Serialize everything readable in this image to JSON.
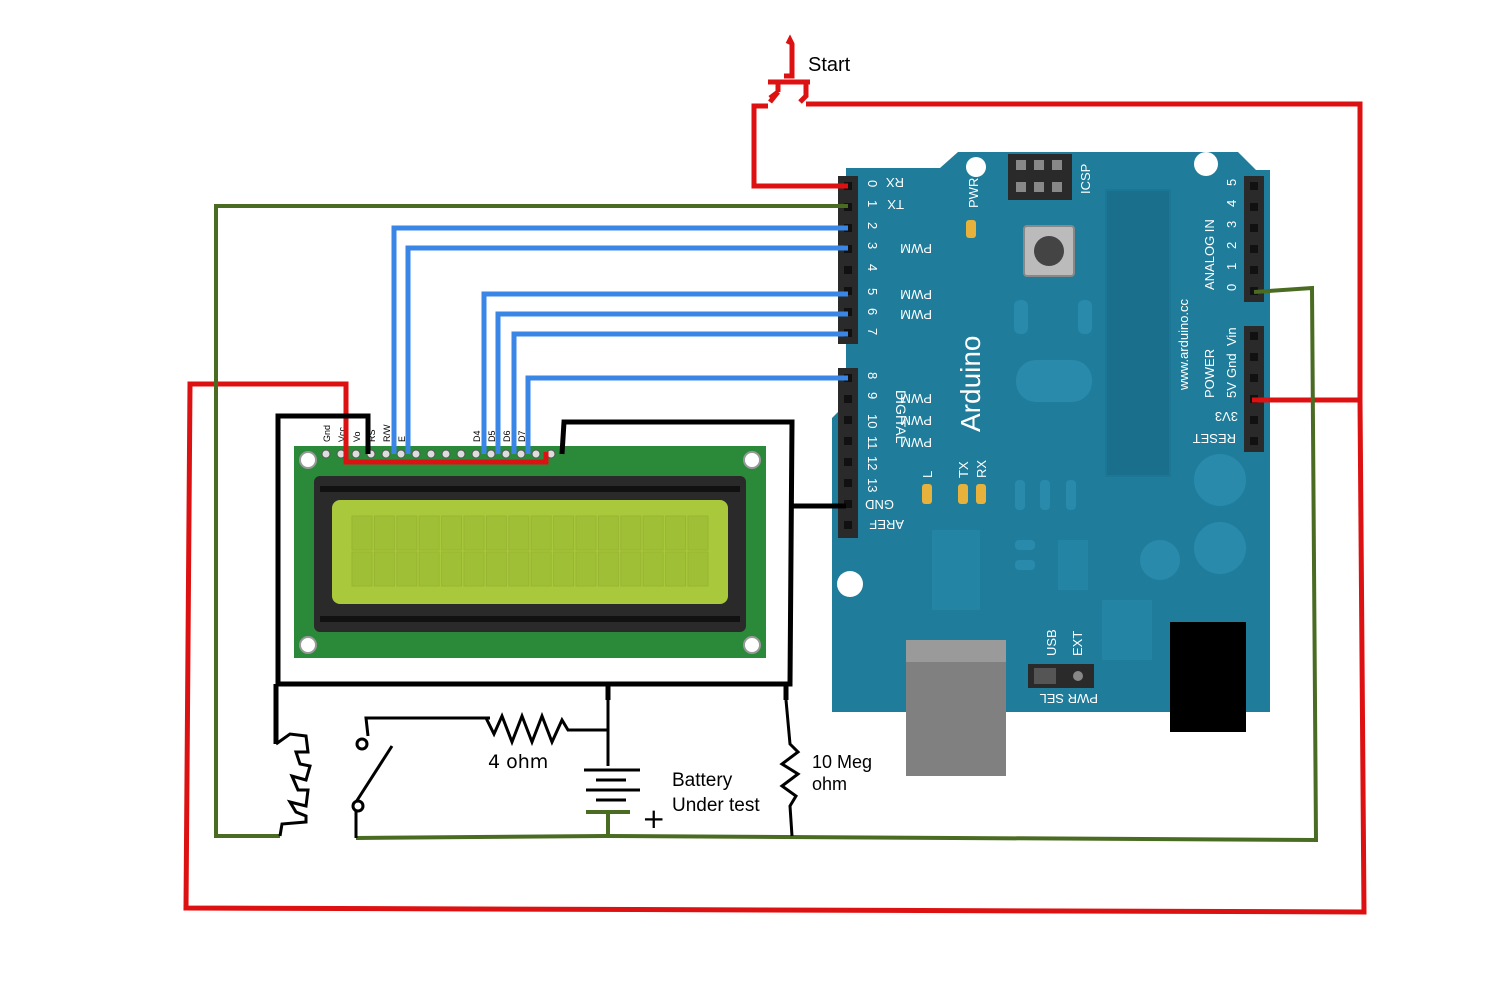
{
  "labels": {
    "start": "Start",
    "resistor": "4 ohm",
    "battery_line1": "Battery",
    "battery_line2": "Under test",
    "plus": "+",
    "meg_line1": "10 Meg",
    "meg_line2": "ohm"
  },
  "lcd": {
    "pins": [
      "Gnd",
      "Vcc",
      "Vo",
      "RS",
      "R/W",
      "E",
      "D4",
      "D5",
      "D6",
      "D7"
    ]
  },
  "arduino": {
    "brand": "Arduino",
    "url": "www.arduino.cc",
    "digital": "DIGITAL",
    "analog": "ANALOG IN",
    "power": "POWER",
    "icsp": "ICSP",
    "pwr_led": "PWR",
    "l_led": "L",
    "tx_led": "TX",
    "rx_led": "RX",
    "usb": "USB",
    "ext": "EXT",
    "pwr_sel": "PWR SEL",
    "rx_pin": "RX",
    "tx_pin": "TX",
    "gnd": "GND",
    "aref": "AREF",
    "pwm": "PWM",
    "reset": "RESET",
    "v33": "3V3",
    "v5": "5V",
    "gnd2": "Gnd",
    "vin": "Vin",
    "digital_pin_numbers": [
      "0",
      "1",
      "2",
      "3",
      "4",
      "5",
      "6",
      "7",
      "8",
      "9",
      "10",
      "11",
      "12",
      "13"
    ],
    "analog_pin_numbers": [
      "5",
      "4",
      "3",
      "2",
      "1",
      "0"
    ]
  },
  "colors": {
    "red_wire": "#dd1111",
    "green_wire": "#4a6b22",
    "blue_wire": "#3a86e6",
    "board": "#1e7d9c",
    "lcd_pcb": "#2a8a3a",
    "lcd_screen": "#a9c83c"
  }
}
